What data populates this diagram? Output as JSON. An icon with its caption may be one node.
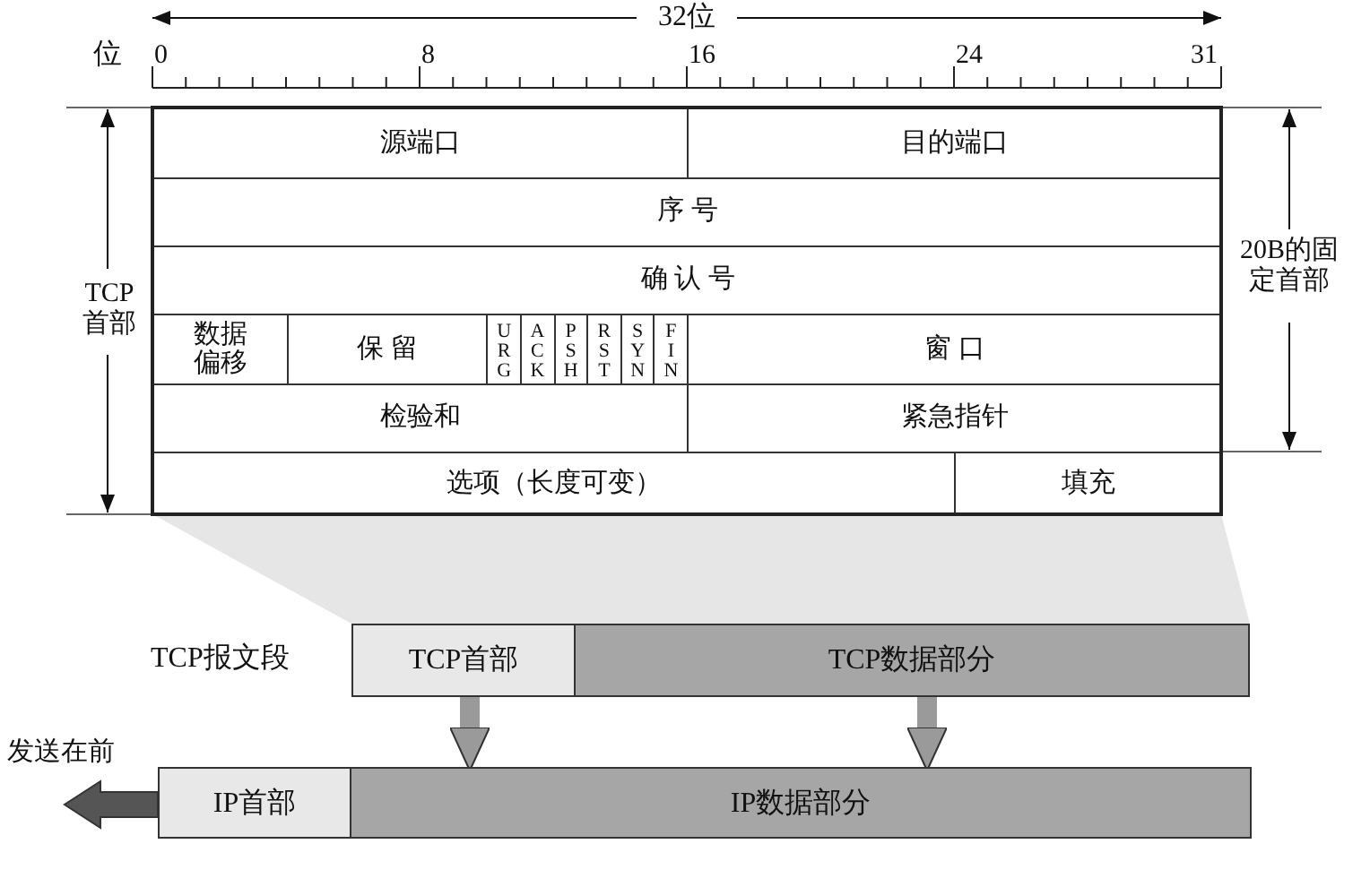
{
  "diagram": {
    "nodes": [
      {
        "text": [
          "源端口"
        ]
      },
      {
        "text": [
          "目的端口"
        ]
      },
      {
        "text": [
          "序 号"
        ]
      },
      {
        "text": [
          "确 认 号"
        ]
      },
      {
        "text": [
          "数据偏移"
        ]
      },
      {
        "text": [
          "保 留"
        ]
      },
      {
        "text": [
          "URG"
        ]
      },
      {
        "text": [
          "ACK"
        ]
      },
      {
        "text": [
          "PSH"
        ]
      },
      {
        "text": [
          "RST"
        ]
      },
      {
        "text": [
          "SYN"
        ]
      },
      {
        "text": [
          "FIN"
        ]
      },
      {
        "text": [
          "窗 口"
        ]
      },
      {
        "text": [
          "检验和"
        ]
      },
      {
        "text": [
          "紧急指针"
        ]
      },
      {
        "text": [
          "选项（长度可变）"
        ]
      },
      {
        "text": [
          "填充"
        ]
      },
      {
        "text": [
          "TCP首部"
        ]
      },
      {
        "text": [
          "TCP数据部分"
        ]
      },
      {
        "text": [
          "IP首部"
        ]
      },
      {
        "text": [
          "IP数据部分"
        ]
      }
    ],
    "edges": [
      {
        "from": 17,
        "to": 20,
        "arrow": "to"
      },
      {
        "from": 18,
        "to": 20,
        "arrow": "to"
      }
    ],
    "labels": [
      "32位",
      "位",
      "0",
      "8",
      "16",
      "24",
      "31",
      "TCP首部",
      "20B的固定首部",
      "TCP报文段",
      "发送在前"
    ]
  }
}
